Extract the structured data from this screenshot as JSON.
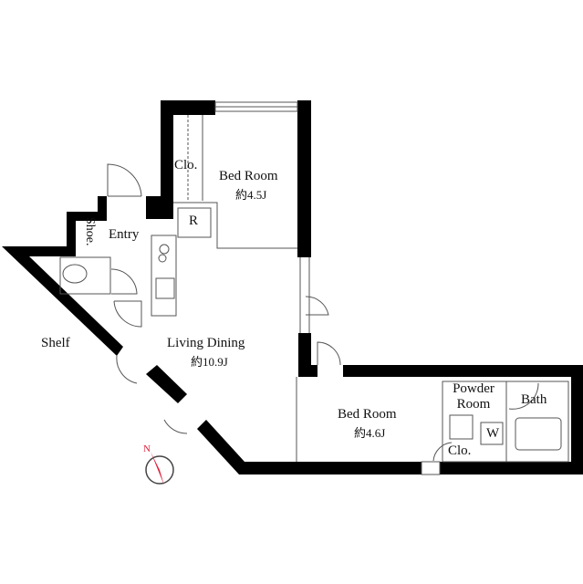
{
  "rooms": {
    "bedroom_top": {
      "name": "Bed Room",
      "size": "約4.5J"
    },
    "living": {
      "name": "Living Dining",
      "size": "約10.9J"
    },
    "bedroom_bottom": {
      "name": "Bed Room",
      "size": "約4.6J"
    },
    "closet_top": "Clo.",
    "closet_bottom": "Clo.",
    "entry": "Entry",
    "shoe": "Shoe.",
    "shelf": "Shelf",
    "refrigerator": "R",
    "powder_room": "Powder Room",
    "washer": "W",
    "bath": "Bath"
  },
  "compass": {
    "north_label": "N",
    "color": "#e0203a"
  }
}
